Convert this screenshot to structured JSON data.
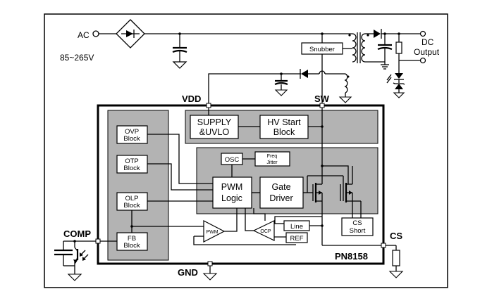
{
  "labels": {
    "ac": "AC",
    "ac_range": "85~265V",
    "dc": "DC",
    "dc_output": "Output",
    "snubber": "Snubber",
    "vdd": "VDD",
    "sw": "SW",
    "comp": "COMP",
    "cs": "CS",
    "gnd": "GND",
    "chip": "PN8158"
  },
  "blocks": {
    "supply_line1": "SUPPLY",
    "supply_line2": "&UVLO",
    "hv_line1": "HV Start",
    "hv_line2": "Block",
    "ovp_line1": "OVP",
    "ovp_line2": "Block",
    "otp_line1": "OTP",
    "otp_line2": "Block",
    "olp_line1": "OLP",
    "olp_line2": "Block",
    "fb_line1": "FB",
    "fb_line2": "Block",
    "osc": "OSC",
    "freq_line1": "Freq",
    "freq_line2": "Jitter",
    "pwm_line1": "PWM",
    "pwm_line2": "Logic",
    "gate_line1": "Gate",
    "gate_line2": "Driver",
    "pwm_comp": "PWM",
    "ocp_comp": "OCP",
    "line": "Line",
    "ref": "REF",
    "cs_line1": "CS",
    "cs_line2": "Short"
  }
}
